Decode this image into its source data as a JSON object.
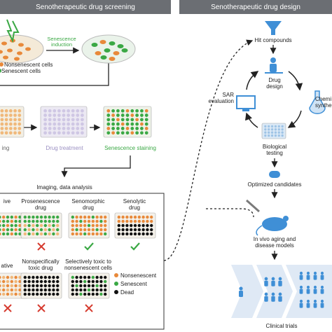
{
  "colors": {
    "header_bg": "#6b6e73",
    "senescent": "#3aa844",
    "nonsenescent": "#e8893a",
    "dead": "#111111",
    "plate_base": "#d8d8d8",
    "accent_blue": "#3f8fd6",
    "check": "#3aa844",
    "cross": "#d63b2f",
    "treatment_purple": "#b6a9d4"
  },
  "left_panel": {
    "title": "Senotherapeutic drug screening",
    "induction_label_1": "Senescence",
    "induction_label_2": "induction",
    "legend_nonsenescent": "Nonsenescent cells",
    "legend_senescent": "Senescent cells",
    "step_seeding": "ing",
    "step_treatment": "Drug treatment",
    "step_staining": "Senescence staining",
    "imaging_label": "Imaging, data analysis",
    "results": {
      "top_partial": "ive",
      "prosenescence_1": "Prosenescence",
      "prosenescence_2": "drug",
      "senomorphic_1": "Senomorphic",
      "senomorphic_2": "drug",
      "senolytic_1": "Senolytic",
      "senolytic_2": "drug",
      "bottom_partial": "ative",
      "nonspecific_1": "Nonspecifically",
      "nonspecific_2": "toxic drug",
      "selective_1": "Selectively toxic to",
      "selective_2": "nonsenescent cells",
      "legend_nonsenescent": "Nonsenescent",
      "legend_senescent": "Senescent",
      "legend_dead": "Dead"
    }
  },
  "right_panel": {
    "title": "Senotherapeutic drug design",
    "hit_compounds": "Hit compounds",
    "drug_design_1": "Drug",
    "drug_design_2": "design",
    "sar_1": "SAR",
    "sar_2": "evaluation",
    "chem_1": "Chemi",
    "chem_2": "synthe",
    "bio_1": "Biological",
    "bio_2": "testing",
    "optimized": "Optimized candidates",
    "invivo_1": "In vivo aging and",
    "invivo_2": "disease models",
    "clinical": "Clinical trials"
  }
}
